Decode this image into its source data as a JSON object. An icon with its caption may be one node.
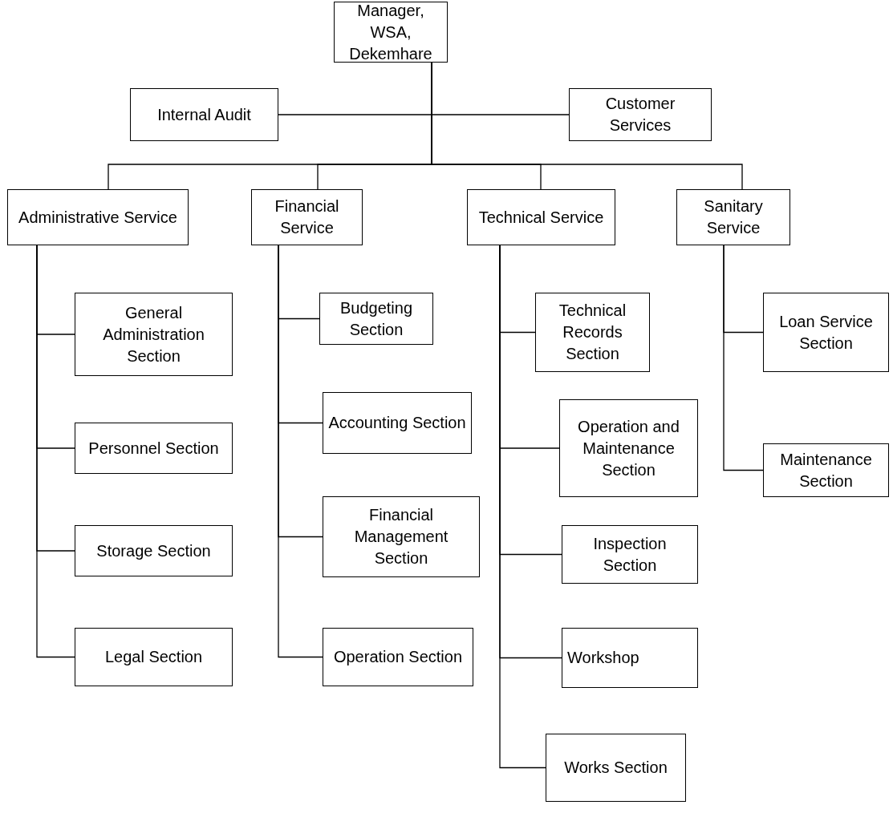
{
  "diagram": {
    "nodes": [
      {
        "text": [
          "Manager, WSA, Dekemhare"
        ]
      },
      {
        "text": [
          "Internal Audit"
        ]
      },
      {
        "text": [
          "Customer Services"
        ]
      },
      {
        "text": [
          "Administrative Service"
        ]
      },
      {
        "text": [
          "Financial Service"
        ]
      },
      {
        "text": [
          "Technical Service"
        ]
      },
      {
        "text": [
          "Sanitary Service"
        ]
      },
      {
        "text": [
          "General Administration Section"
        ]
      },
      {
        "text": [
          "Personnel Section"
        ]
      },
      {
        "text": [
          "Storage Section"
        ]
      },
      {
        "text": [
          "Legal Section"
        ]
      },
      {
        "text": [
          "Budgeting Section"
        ]
      },
      {
        "text": [
          "Accounting Section"
        ]
      },
      {
        "text": [
          "Financial Management Section"
        ]
      },
      {
        "text": [
          "Operation Section"
        ]
      },
      {
        "text": [
          "Technical Records Section"
        ]
      },
      {
        "text": [
          "Operation and Maintenance Section"
        ]
      },
      {
        "text": [
          "Inspection Section"
        ]
      },
      {
        "text": [
          "Workshop"
        ]
      },
      {
        "text": [
          "Works Section"
        ]
      },
      {
        "text": [
          "Loan Service Section"
        ]
      },
      {
        "text": [
          "Maintenance Section"
        ]
      }
    ],
    "edges": [
      {
        "from": 0,
        "to": 1,
        "arrow": "none"
      },
      {
        "from": 0,
        "to": 2,
        "arrow": "none"
      },
      {
        "from": 0,
        "to": 3,
        "arrow": "none"
      },
      {
        "from": 0,
        "to": 4,
        "arrow": "none"
      },
      {
        "from": 0,
        "to": 5,
        "arrow": "none"
      },
      {
        "from": 0,
        "to": 6,
        "arrow": "none"
      },
      {
        "from": 3,
        "to": 7,
        "arrow": "none"
      },
      {
        "from": 3,
        "to": 8,
        "arrow": "none"
      },
      {
        "from": 3,
        "to": 9,
        "arrow": "none"
      },
      {
        "from": 3,
        "to": 10,
        "arrow": "none"
      },
      {
        "from": 4,
        "to": 11,
        "arrow": "none"
      },
      {
        "from": 4,
        "to": 12,
        "arrow": "none"
      },
      {
        "from": 4,
        "to": 13,
        "arrow": "none"
      },
      {
        "from": 4,
        "to": 14,
        "arrow": "none"
      },
      {
        "from": 5,
        "to": 15,
        "arrow": "none"
      },
      {
        "from": 5,
        "to": 16,
        "arrow": "none"
      },
      {
        "from": 5,
        "to": 17,
        "arrow": "none"
      },
      {
        "from": 5,
        "to": 18,
        "arrow": "none"
      },
      {
        "from": 5,
        "to": 19,
        "arrow": "none"
      },
      {
        "from": 6,
        "to": 20,
        "arrow": "none"
      },
      {
        "from": 6,
        "to": 21,
        "arrow": "none"
      }
    ]
  }
}
